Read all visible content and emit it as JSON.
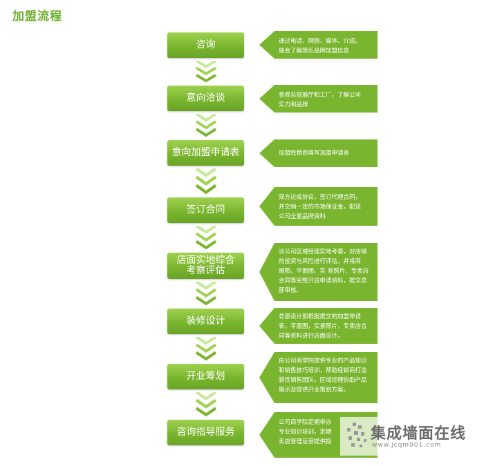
{
  "title": "加盟流程",
  "steps": [
    {
      "label": "咨询",
      "desc": "通过电话、网络、媒体、介绍、\n展会了解简乐品牌加盟信息"
    },
    {
      "label": "意向洽谈",
      "desc": "参观总部展厅和工厂，了解公司\n实力和品牌"
    },
    {
      "label": "意向加盟申请表",
      "desc": "加盟经销商填写加盟申请表"
    },
    {
      "label": "签订合同",
      "desc": "双方达成协议，签订代理合同，\n并交纳一定的市场保证金，配送\n公司全套品牌资料"
    },
    {
      "label": "店面实地综合\n考察评估",
      "desc": "派公司区域经理实地考察，对店铺\n的投资与风险进行评估，并将商\n圈图、平面图、实 景照片、专卖店\n合同等完整开店申请资料，提交总\n部审核。"
    },
    {
      "label": "装修设计",
      "desc": "总部设计部根据提交的加盟申请\n表，平面图，实景照片，专卖店合\n同等资料进行店面设计。"
    },
    {
      "label": "开业筹划",
      "desc": "由公司商学院提供专业的产品知识\n和销售技巧培训，帮助经销商打造\n狼性销售团队，区域经理协助产品\n展示及提供开业策划方案。"
    },
    {
      "label": "咨询指导服务",
      "desc": "公司商学院定期举办\n专业知识培训，定期\n卖店管理运营提供指"
    }
  ],
  "watermark": {
    "text": "集成墙面在线",
    "url": "www.jcqm001.com"
  },
  "colors": {
    "green": "#7ab52f",
    "title": "#6cae2a"
  }
}
